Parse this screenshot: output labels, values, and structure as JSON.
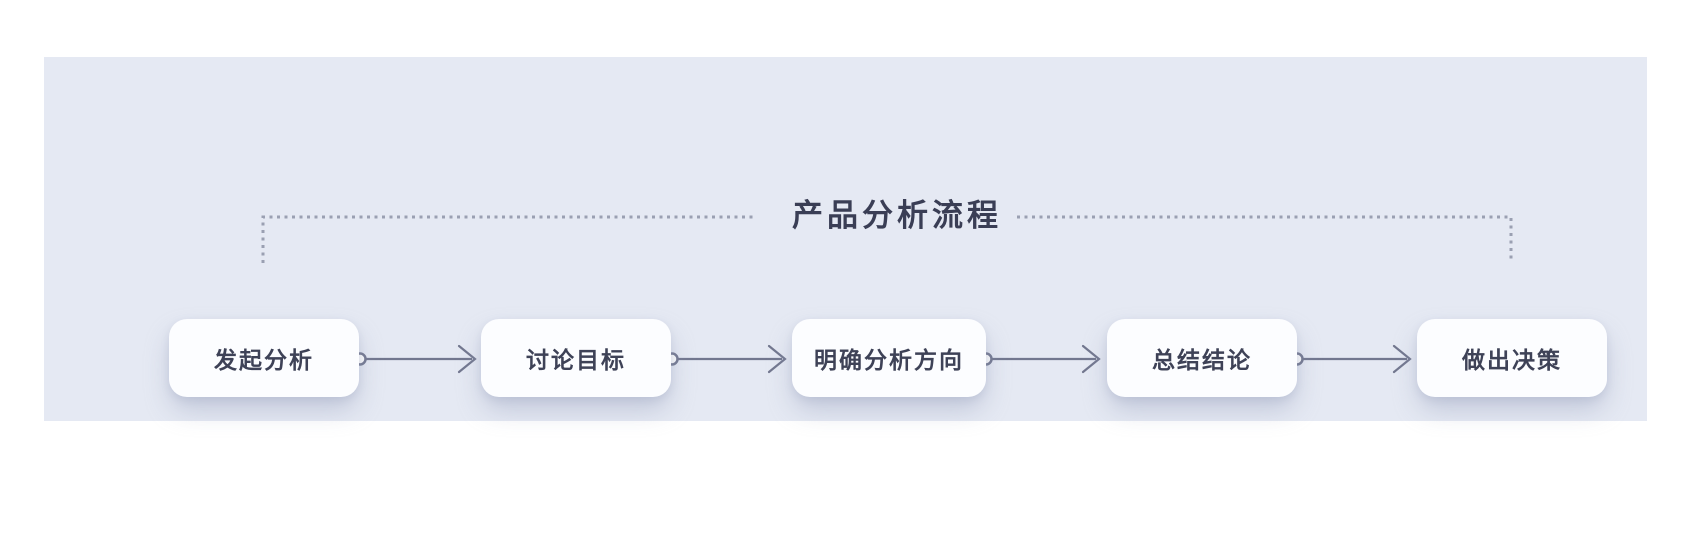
{
  "diagram": {
    "title": "产品分析流程",
    "steps": [
      {
        "label": "发起分析"
      },
      {
        "label": "讨论目标"
      },
      {
        "label": "明确分析方向"
      },
      {
        "label": "总结结论"
      },
      {
        "label": "做出决策"
      }
    ],
    "colors": {
      "panel_bg": "#e5e9f3",
      "node_bg": "#fcfdff",
      "node_text": "#3e4257",
      "title_text": "#3a3e55",
      "connector": "#72778f",
      "dotted_line": "#9aa0b2"
    }
  }
}
